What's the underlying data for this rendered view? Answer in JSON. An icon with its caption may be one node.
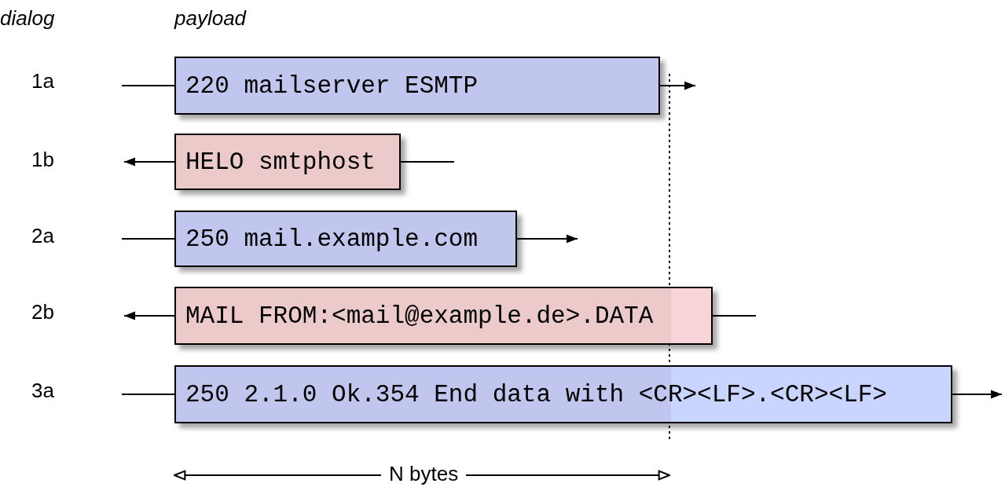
{
  "diagram": {
    "nodes": [
      {
        "text": [
          "220 mailserver ESMTP"
        ]
      },
      {
        "text": [
          "HELO smtphost"
        ]
      },
      {
        "text": [
          "250 mail.example.com"
        ]
      },
      {
        "text": [
          "MAIL FROM:<mail@example.de>.DATA"
        ]
      },
      {
        "text": [
          "250 2.1.0 Ok.354 End data with <CR><LF>.<CR><LF>"
        ]
      }
    ],
    "edges": [
      {
        "from": null,
        "to": 0,
        "arrow": "none"
      },
      {
        "from": 0,
        "to": null,
        "arrow": "to"
      },
      {
        "from": 1,
        "to": null,
        "arrow": "to"
      },
      {
        "from": null,
        "to": 1,
        "arrow": "none"
      },
      {
        "from": null,
        "to": 2,
        "arrow": "none"
      },
      {
        "from": 2,
        "to": null,
        "arrow": "to"
      },
      {
        "from": 3,
        "to": null,
        "arrow": "to"
      },
      {
        "from": null,
        "to": 3,
        "arrow": "none"
      },
      {
        "from": null,
        "to": 4,
        "arrow": "none"
      },
      {
        "from": 4,
        "to": null,
        "arrow": "to"
      }
    ],
    "labels": [
      "dialog",
      "payload",
      "1a",
      "1b",
      "2a",
      "2b",
      "3a",
      "N bytes"
    ]
  }
}
